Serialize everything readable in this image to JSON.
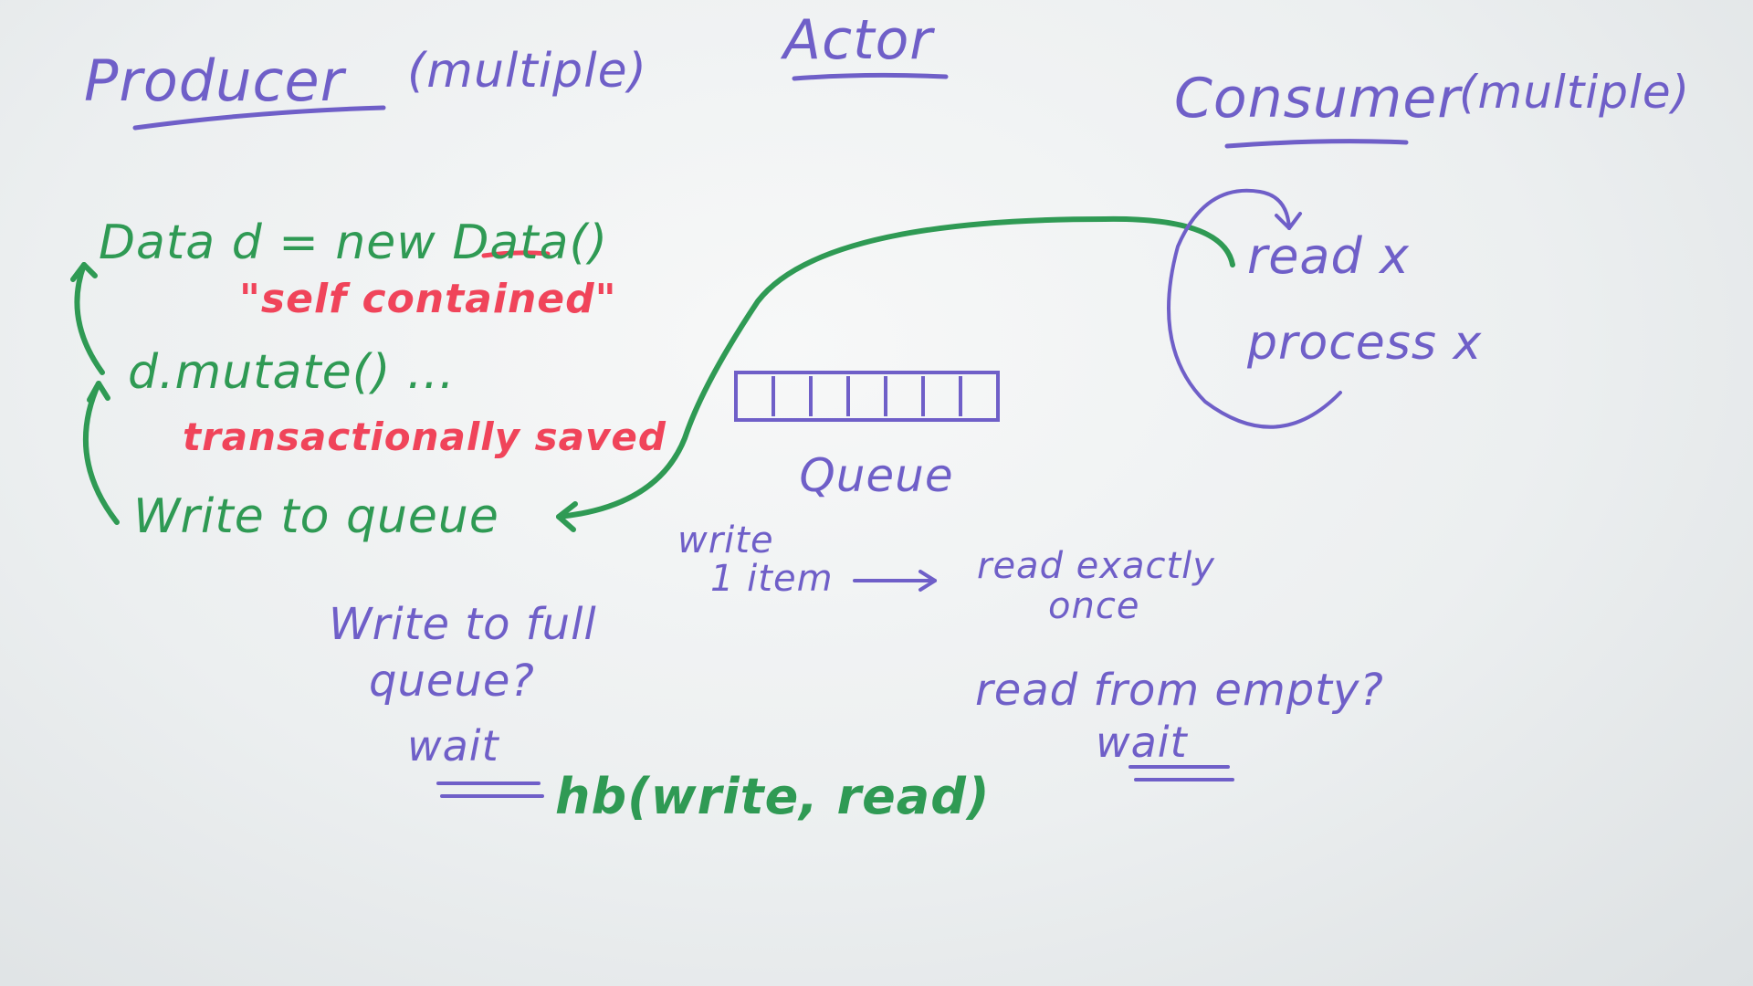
{
  "title": "Actor",
  "producer": {
    "label": "Producer",
    "multiplicity": "(multiple)",
    "steps": [
      "Data d = new Data()",
      "d.mutate() ...",
      "Write to queue"
    ],
    "notes": {
      "self_contained": "\"self contained\"",
      "transactionally_saved": "transactionally saved"
    },
    "full_queue_question_line1": "Write to full",
    "full_queue_question_line2": "queue?",
    "full_queue_answer": "wait"
  },
  "consumer": {
    "label": "Consumer",
    "multiplicity": "(multiple)",
    "steps": [
      "read x",
      "process x"
    ],
    "empty_queue_question": "read from empty?",
    "empty_queue_answer": "wait"
  },
  "queue": {
    "label": "Queue",
    "slot_count": 7,
    "write_label_line1": "write",
    "write_label_line2": "1 item",
    "read_label_line1": "read exactly",
    "read_label_line2": "once"
  },
  "happens_before": "hb(write, read)",
  "colors": {
    "purple": "#6f5fc8",
    "green": "#2f9a54",
    "red": "#f0445a",
    "board": "#eceff0"
  }
}
